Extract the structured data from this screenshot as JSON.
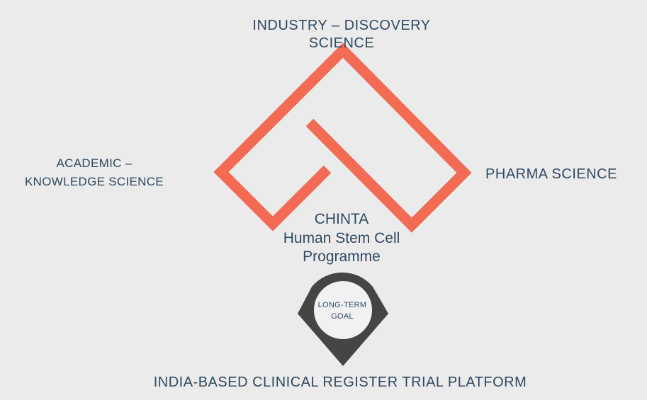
{
  "labels": {
    "top_line1": "INDUSTRY – DISCOVERY",
    "top_line2": "SCIENCE",
    "left_line1": "ACADEMIC –",
    "left_line2": "KNOWLEDGE SCIENCE",
    "right": "PHARMA SCIENCE",
    "bottom": "INDIA-BASED CLINICAL REGISTER TRIAL PLATFORM"
  },
  "center": {
    "line1": "CHINTA",
    "line2": "Human Stem Cell",
    "line3": "Programme"
  },
  "goal": {
    "line1": "LONG-TERM",
    "line2": "GOAL"
  },
  "colors": {
    "background": "#ebebeb",
    "accent": "#f26b52",
    "text": "#2e4a66",
    "pin": "#454545",
    "pin_inner": "#f1f1f3"
  }
}
